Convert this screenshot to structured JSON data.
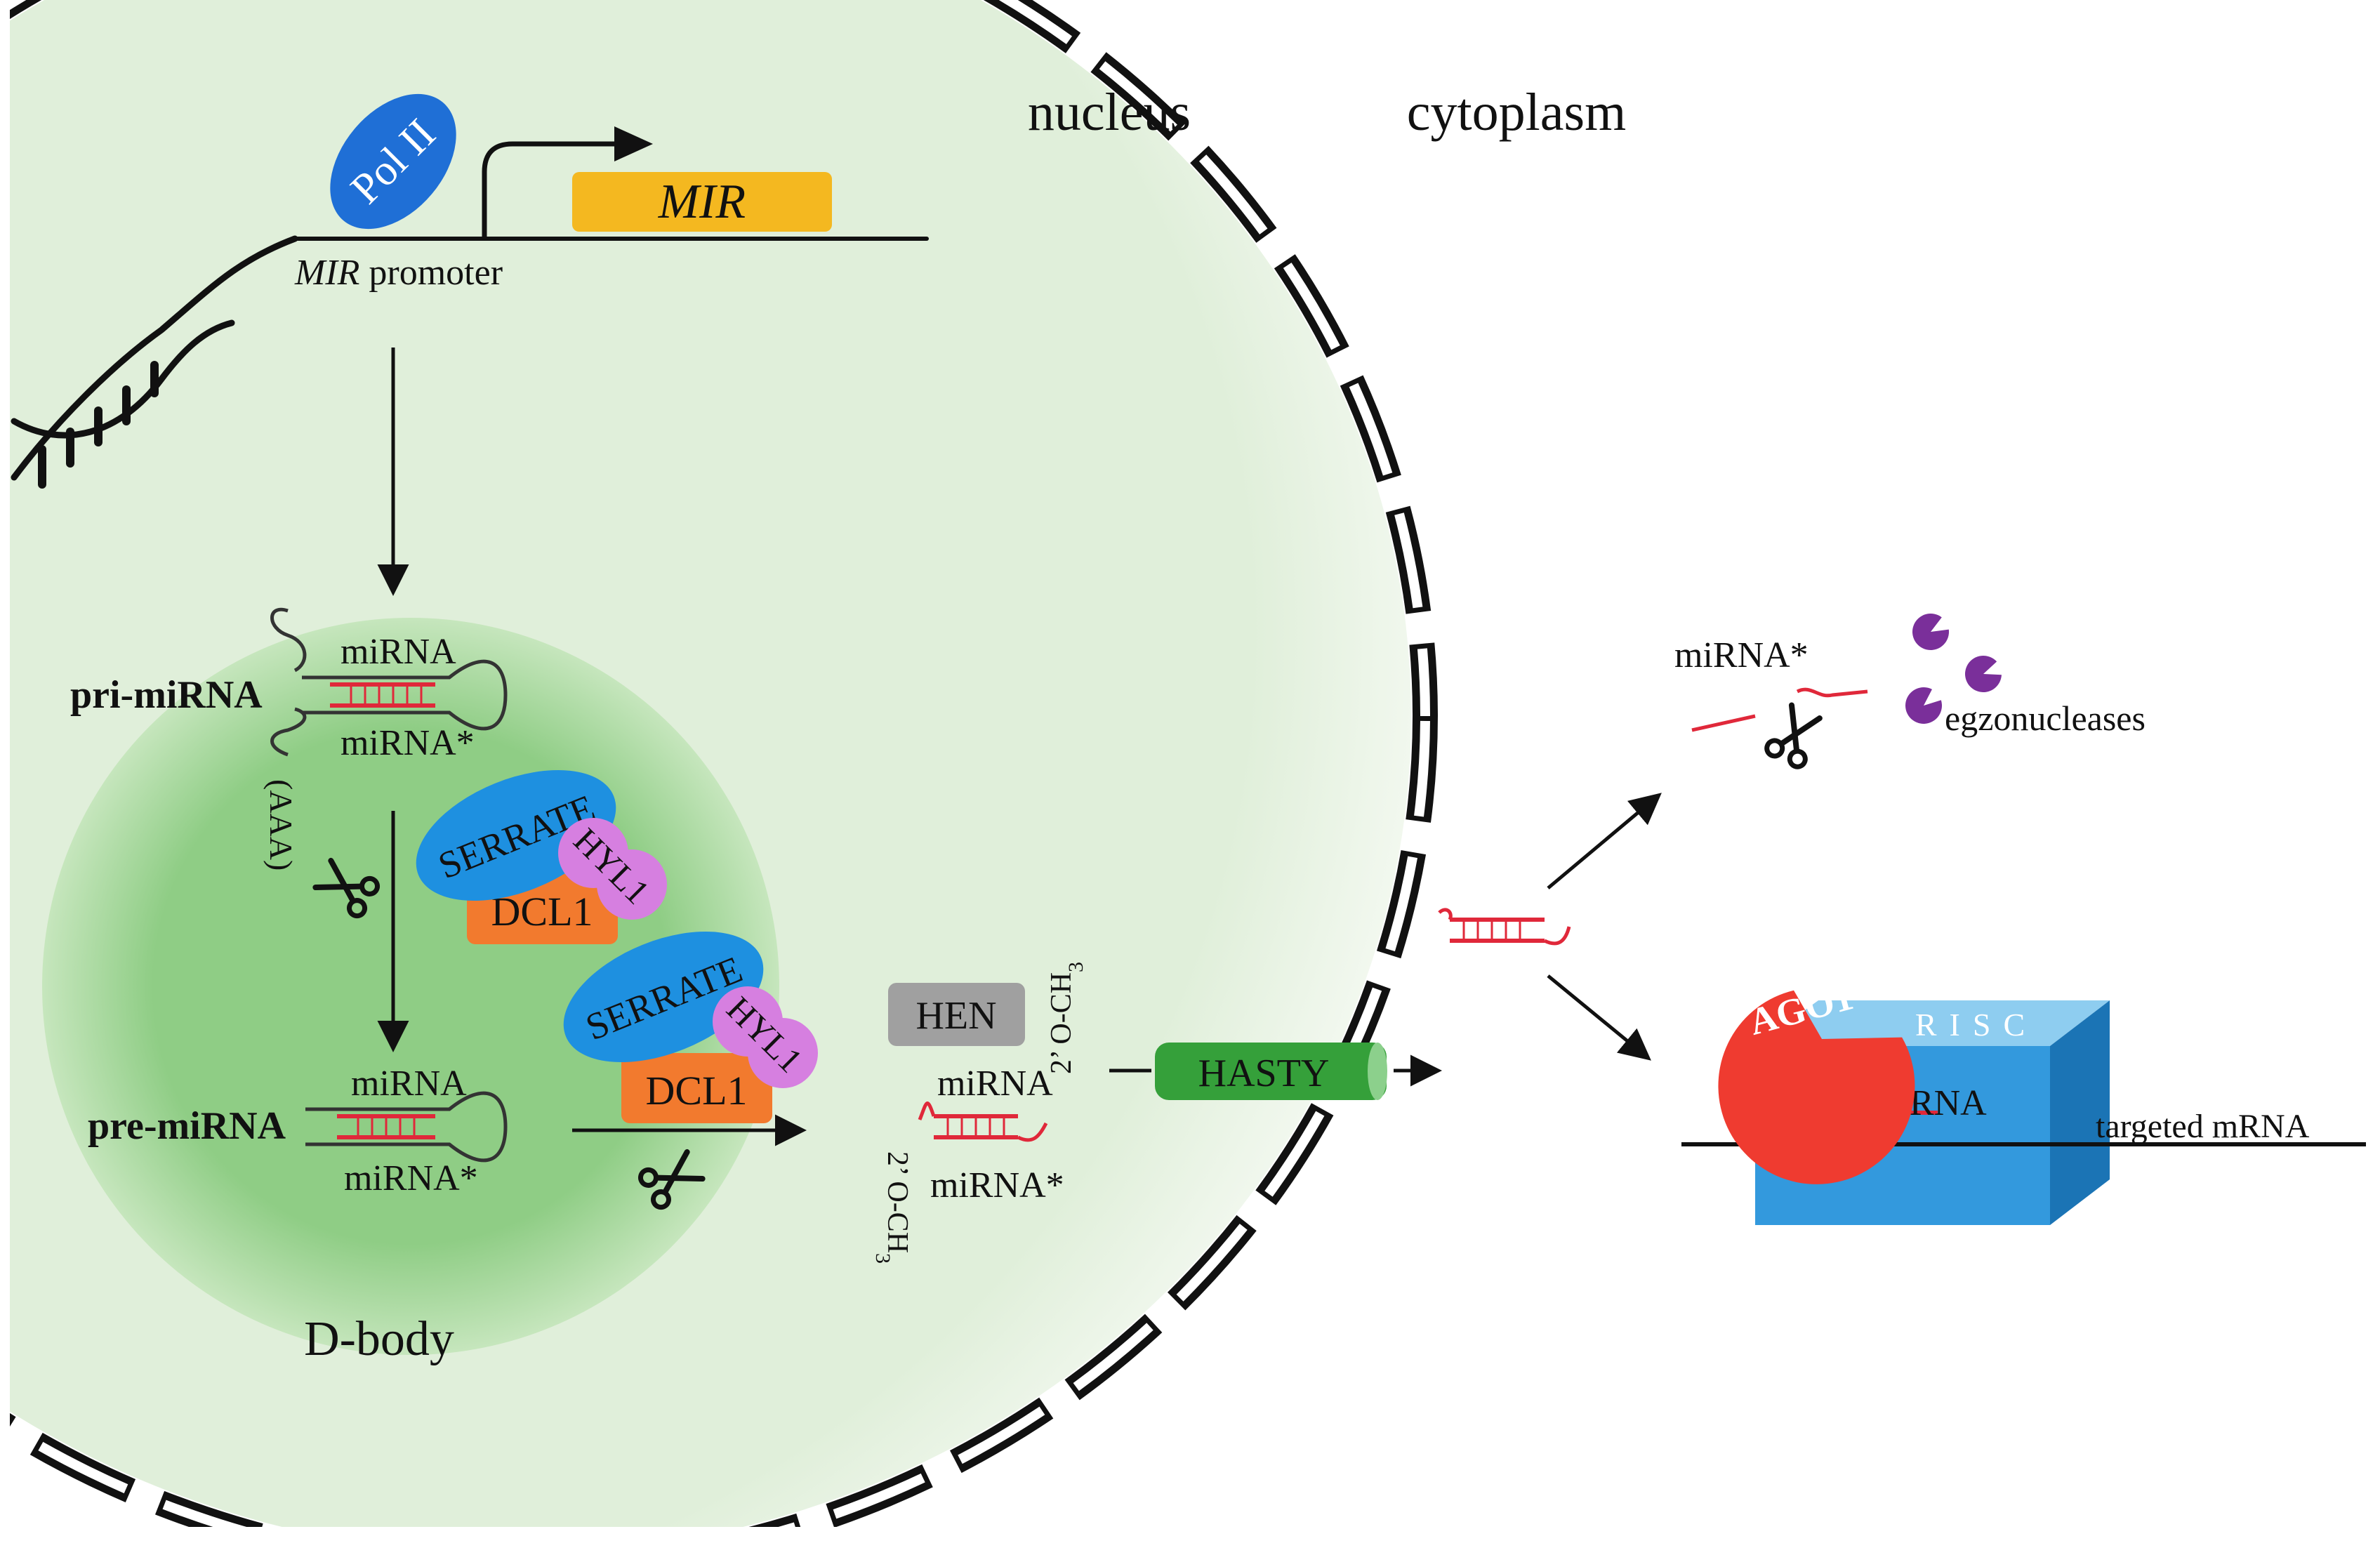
{
  "regions": {
    "nucleus": "nucleus",
    "cytoplasm": "cytoplasm",
    "dbody": "D-body"
  },
  "gene": {
    "polymerase": "Pol II",
    "gene_name": "MIR",
    "promoter_italic": "MIR",
    "promoter_rest": " promoter"
  },
  "pri": {
    "label": "pri-miRNA",
    "mirna": "miRNA",
    "mirna_star": "miRNA*",
    "polya": "(AAA)"
  },
  "proteins": {
    "serrate": "SERRATE",
    "hyl1": "HYL1",
    "dcl1": "DCL1",
    "hen": "HEN",
    "hasty": "HASTY",
    "ago1": "AGO1",
    "risc": "RISC"
  },
  "pre": {
    "label": "pre-miRNA",
    "mirna": "miRNA",
    "mirna_star": "miRNA*"
  },
  "duplex": {
    "mirna": "miRNA",
    "mirna_star": "miRNA*",
    "methyl_top": "2’ O-CH",
    "methyl_bottom": "2’ O-CH",
    "sub": "3"
  },
  "cyto": {
    "mirna_star": "miRNA*",
    "exonucleases": "egzonucleases",
    "risc_mirna": "miRNA",
    "target": "targeted mRNA"
  },
  "colors": {
    "nucleus_fill": "#e1f0dc",
    "dbody_fill": "#8fcc84",
    "pol2": "#1f6fd6",
    "mir_gene": "#f4b820",
    "serrate": "#1e90e0",
    "hyl1": "#d67fe0",
    "dcl1": "#f27a2e",
    "hen": "#a0a0a0",
    "hasty": "#35a03a",
    "ago1": "#ef3b30",
    "risc": "#3399dd",
    "rna": "#e0283a",
    "exonuclease": "#7a2f9a"
  },
  "icons": [
    "scissors-icon",
    "dna-helix-icon",
    "exonuclease-icon"
  ]
}
